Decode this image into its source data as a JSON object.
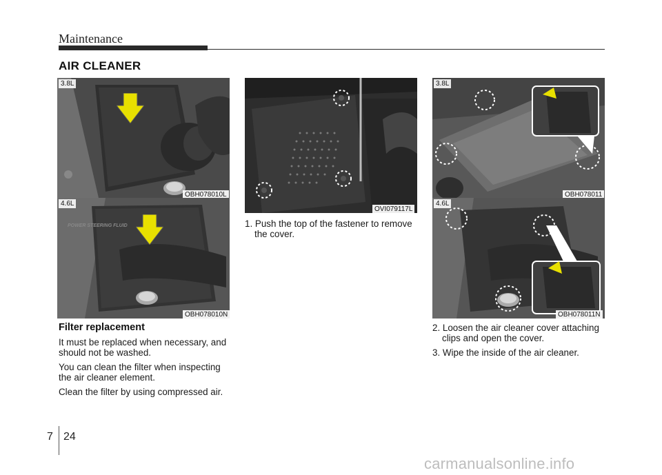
{
  "header": {
    "title": "Maintenance"
  },
  "section": {
    "title": "AIR CLEANER"
  },
  "figures": {
    "fig1": {
      "engine_label": "3.8L",
      "code": "OBH078010L"
    },
    "fig2": {
      "engine_label": "4.6L",
      "code": "OBH078010N"
    },
    "fig3": {
      "code": "OVI079117L"
    },
    "fig4": {
      "engine_label": "3.8L",
      "code": "OBH078011"
    },
    "fig5": {
      "engine_label": "4.6L",
      "code": "OBH078011N"
    }
  },
  "photo_text": {
    "power_steering": "POWER STEERING FLUID"
  },
  "left_column": {
    "subheading": "Filter replacement",
    "paragraphs": [
      "It must be replaced when necessary, and should not be washed.",
      "You can clean the filter when inspecting the air cleaner element.",
      "Clean the filter by using compressed air."
    ]
  },
  "middle_column": {
    "steps": [
      "1. Push the top of the fastener to remove the cover."
    ]
  },
  "right_column": {
    "steps": [
      "2. Loosen the air cleaner cover attaching clips and open the cover.",
      "3. Wipe the inside of the air cleaner."
    ]
  },
  "footer": {
    "chapter": "7",
    "page": "24"
  },
  "watermark": {
    "text": "carmanualsonline.info"
  },
  "colors": {
    "arrow": "#e8e000",
    "dashed_circle": "#ffffff",
    "photo_dark": "#2c2c2c"
  }
}
